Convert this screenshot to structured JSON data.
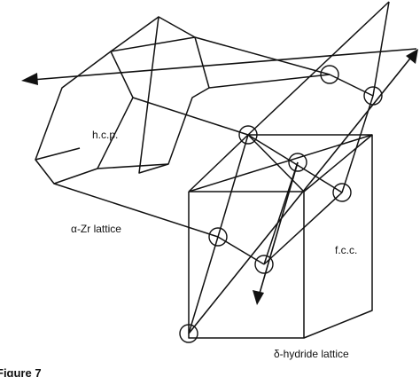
{
  "labels": {
    "hcp": "h.c.p.",
    "alpha_zr": "α-Zr lattice",
    "fcc": "f.c.c.",
    "delta_hydride": "δ-hydride lattice",
    "figure": "Figure 7"
  }
}
